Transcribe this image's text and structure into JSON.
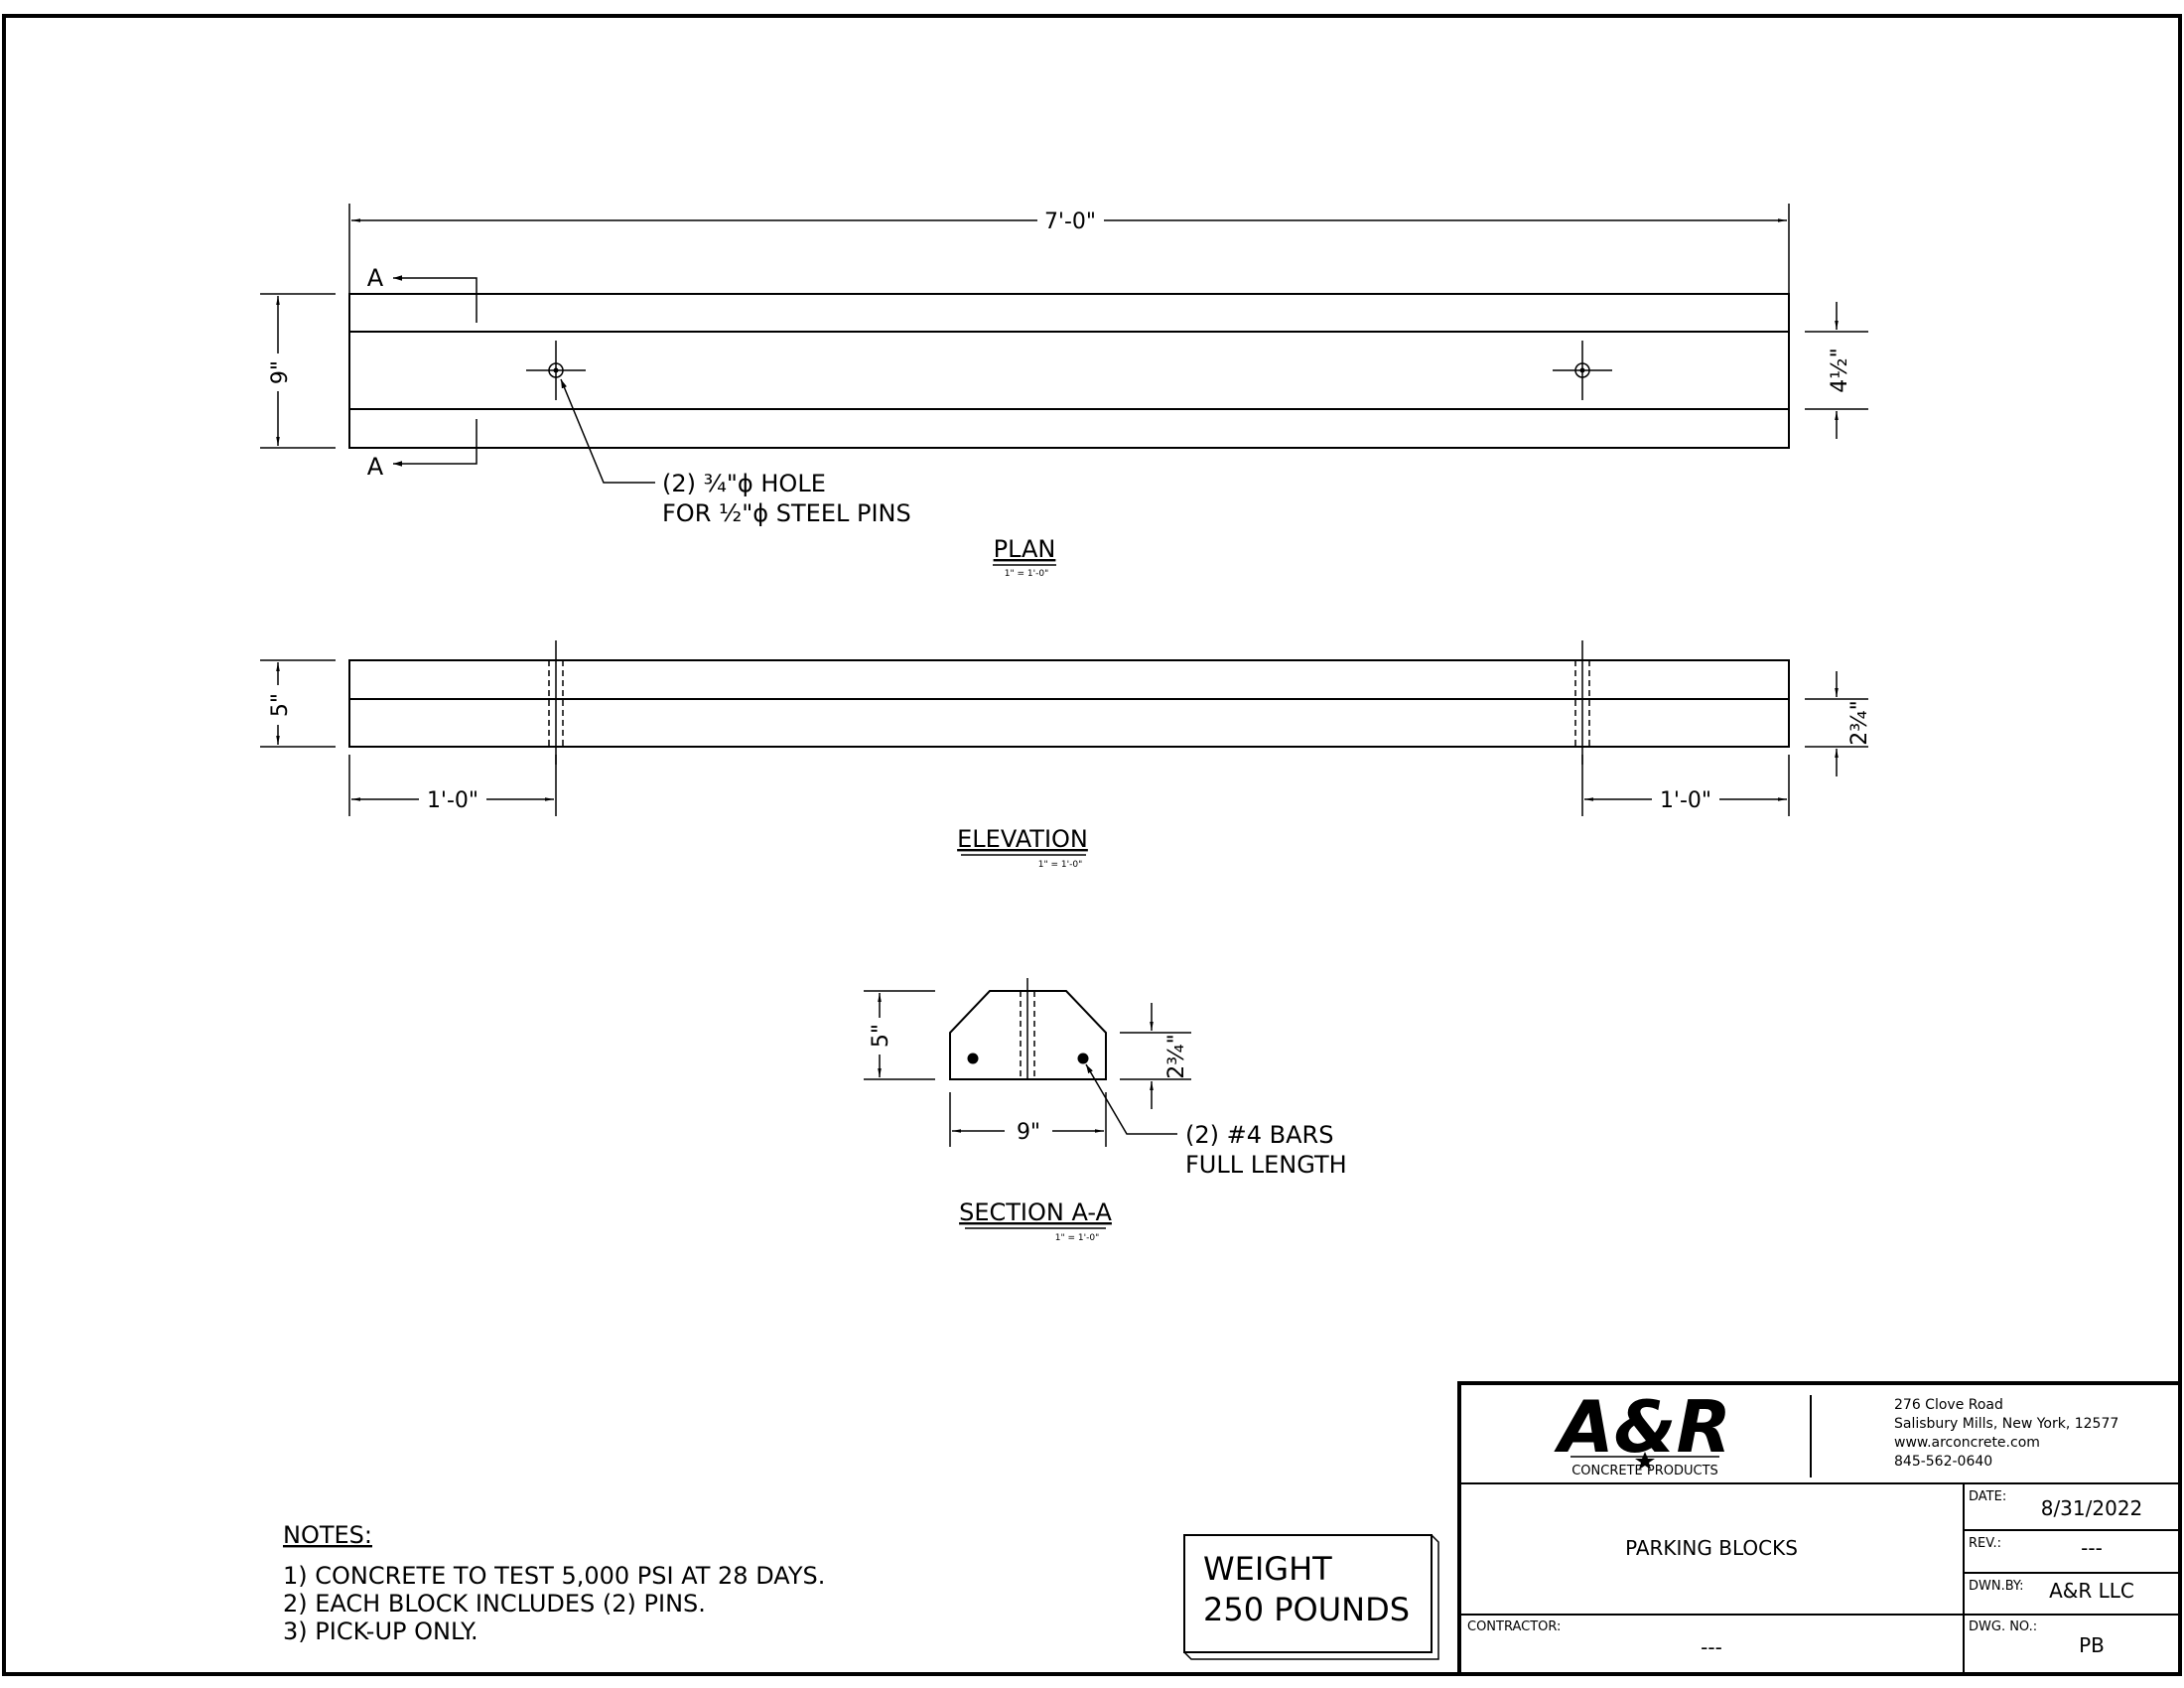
{
  "plan": {
    "overall_length": "7'-0\"",
    "width": "9\"",
    "center_width": "4½\"",
    "section_mark": "A",
    "hole_note_line1": "(2) ¾\"ϕ HOLE",
    "hole_note_line2": "FOR ½\"ϕ STEEL PINS",
    "title": "PLAN",
    "scale": "1\" = 1'-0\""
  },
  "elevation": {
    "height": "5\"",
    "upper_height": "2¾\"",
    "left_offset": "1'-0\"",
    "right_offset": "1'-0\"",
    "title": "ELEVATION",
    "scale": "1\" = 1'-0\""
  },
  "section": {
    "height": "5\"",
    "upper_height": "2¾\"",
    "width": "9\"",
    "bars_note_line1": "(2) #4 BARS",
    "bars_note_line2": "FULL LENGTH",
    "title": "SECTION A-A",
    "scale": "1\" = 1'-0\""
  },
  "notes": {
    "heading": "NOTES:",
    "items": [
      "1)  CONCRETE TO TEST 5,000 PSI AT 28 DAYS.",
      "2)  EACH BLOCK INCLUDES (2) PINS.",
      "3)  PICK-UP ONLY."
    ]
  },
  "weight_box": {
    "line1": "WEIGHT",
    "line2": "250 POUNDS"
  },
  "title_block": {
    "logo_text": "A&R",
    "logo_subtext": "CONCRETE PRODUCTS",
    "address_line1": "276 Clove Road",
    "address_line2": "Salisbury Mills, New York, 12577",
    "website": "www.arconcrete.com",
    "phone": "845-562-0640",
    "drawing_title": "PARKING BLOCKS",
    "contractor_label": "CONTRACTOR:",
    "contractor_value": "---",
    "date_label": "DATE:",
    "date_value": "8/31/2022",
    "rev_label": "REV.:",
    "rev_value": "---",
    "drawn_by_label": "DWN.BY:",
    "drawn_by_value": "A&R LLC",
    "dwg_no_label": "DWG. NO.:",
    "dwg_no_value": "PB"
  }
}
